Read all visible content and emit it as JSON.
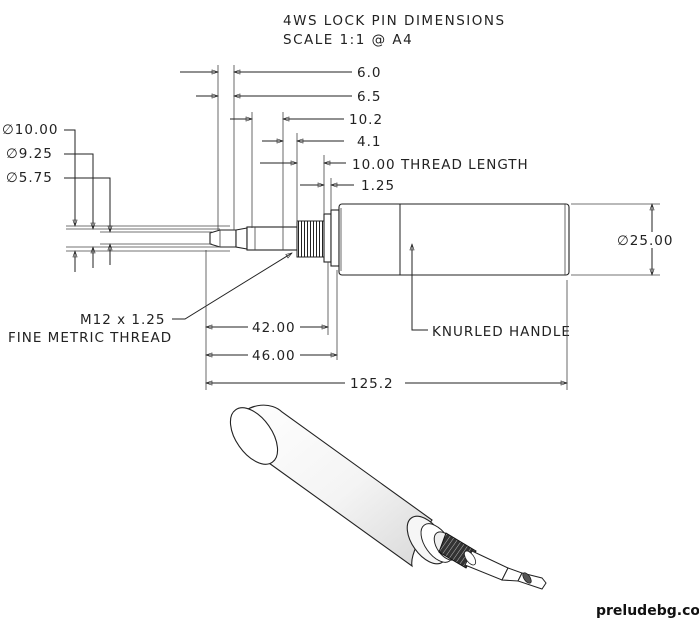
{
  "title": {
    "line1": "4WS LOCK PIN DIMENSIONS",
    "line2": "SCALE 1:1 @ A4"
  },
  "dimensions": {
    "d_6_0": "6.0",
    "d_6_5": "6.5",
    "d_10_2": "10.2",
    "d_4_1": "4.1",
    "d_10_00_thread": "10.00 THREAD LENGTH",
    "d_1_25": "1.25",
    "dia_10_00": "∅10.00",
    "dia_9_25": "∅9.25",
    "dia_5_75": "∅5.75",
    "dia_25_00": "∅25.00",
    "d_42_00": "42.00",
    "d_46_00": "46.00",
    "d_125_2": "125.2"
  },
  "callouts": {
    "thread_line1": "M12 x 1.25",
    "thread_line2": "FINE METRIC THREAD",
    "knurled_handle": "KNURLED HANDLE"
  },
  "watermark": "preludebg.com"
}
